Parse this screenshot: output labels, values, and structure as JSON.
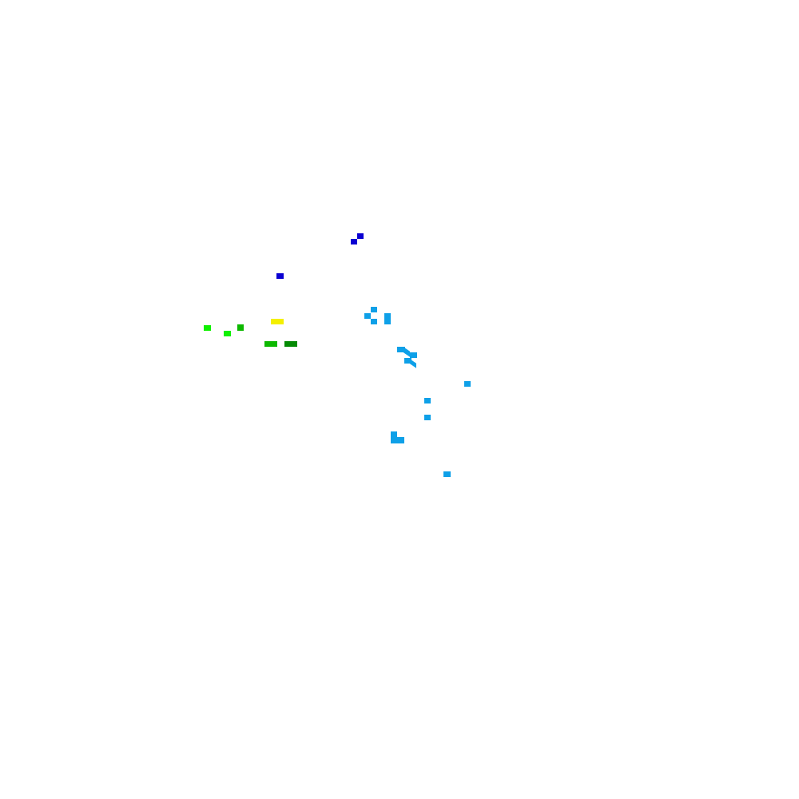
{
  "canvas": {
    "background": "#ffffff"
  },
  "palette": {
    "dark_blue": "#0a00d2",
    "sky_blue": "#0ea0e8",
    "bright_green": "#10f000",
    "green": "#0cb800",
    "dark_green": "#048a04",
    "yellow": "#f4f000"
  },
  "clusters": [
    {
      "name": "dark-blue",
      "color_key": "dark_blue",
      "count": 3
    },
    {
      "name": "sky-blue",
      "color_key": "sky_blue",
      "count": 17
    },
    {
      "name": "green",
      "color_key": "green",
      "count": 5
    },
    {
      "name": "yellow",
      "color_key": "yellow",
      "count": 1
    }
  ]
}
